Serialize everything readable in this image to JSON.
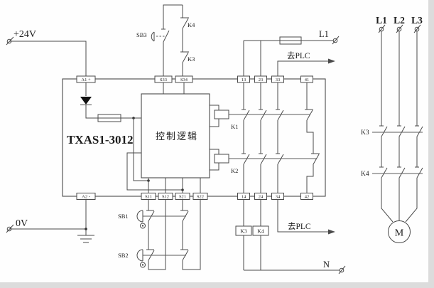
{
  "power": {
    "v24_label": "+24V",
    "v0_label": "0V",
    "line_label": "L1",
    "neutral_label": "N",
    "phase_labels": [
      "L1",
      "L2",
      "L3"
    ]
  },
  "module": {
    "model": "TXAS1-3012",
    "logic_label": "控制逻辑",
    "terminals_top": [
      "A1 +",
      "S33",
      "S34",
      "13",
      "23",
      "33",
      "41"
    ],
    "terminals_bottom": [
      "A2 -",
      "S11",
      "S12",
      "S21",
      "S22",
      "14",
      "24",
      "34",
      "42"
    ]
  },
  "relays": {
    "k1": "K1",
    "k2": "K2",
    "k3": "K3",
    "k4": "K4"
  },
  "buttons": {
    "sb1": "SB1",
    "sb2": "SB2",
    "sb3": "SB3"
  },
  "plc_label": "去PLC",
  "motor_label": "M",
  "colors": {
    "wire": "#4a4a4a",
    "text": "#1c1c1c",
    "background": "#fefefe"
  }
}
